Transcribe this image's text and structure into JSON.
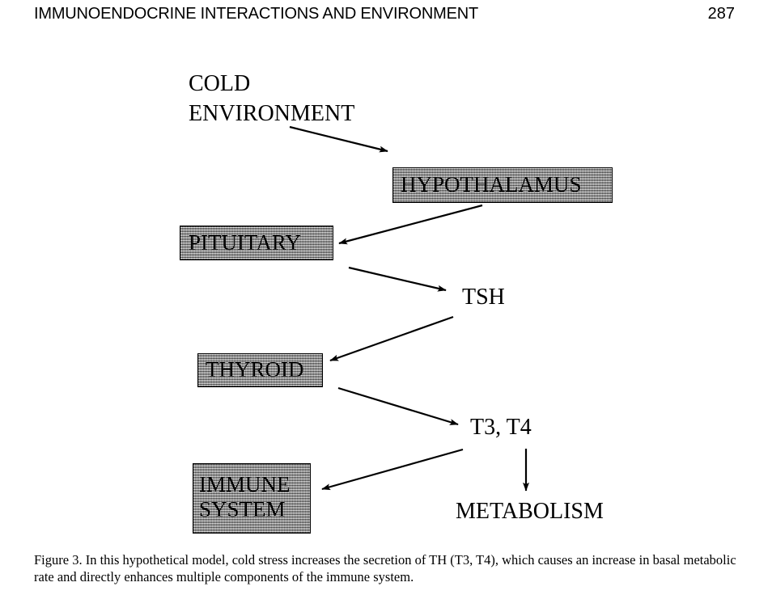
{
  "header": {
    "title": "IMMUNOENDOCRINE INTERACTIONS AND ENVIRONMENT",
    "page_number": "287"
  },
  "figure": {
    "nodes": [
      {
        "id": "cold",
        "label": "COLD\nENVIRONMENT",
        "style": "plain"
      },
      {
        "id": "hypothalamus",
        "label": "HYPOTHALAMUS",
        "style": "shaded-box"
      },
      {
        "id": "pituitary",
        "label": "PITUITARY",
        "style": "shaded-box"
      },
      {
        "id": "tsh",
        "label": "TSH",
        "style": "plain"
      },
      {
        "id": "thyroid",
        "label": "THYROID",
        "style": "shaded-box"
      },
      {
        "id": "t3t4",
        "label": "T3, T4",
        "style": "plain"
      },
      {
        "id": "immune",
        "label": "IMMUNE\nSYSTEM",
        "style": "shaded-box"
      },
      {
        "id": "metabolism",
        "label": "METABOLISM",
        "style": "plain"
      }
    ],
    "edges": [
      {
        "from": "cold",
        "to": "hypothalamus"
      },
      {
        "from": "hypothalamus",
        "to": "pituitary"
      },
      {
        "from": "pituitary",
        "to": "tsh"
      },
      {
        "from": "tsh",
        "to": "thyroid"
      },
      {
        "from": "thyroid",
        "to": "t3t4"
      },
      {
        "from": "t3t4",
        "to": "immune"
      },
      {
        "from": "t3t4",
        "to": "metabolism"
      }
    ],
    "colors": {
      "box_fill": "#b4b4b4",
      "stroke": "#000000",
      "background": "#ffffff"
    }
  },
  "caption": {
    "text": "Figure 3. In this hypothetical model, cold stress increases the secretion of TH (T3, T4), which causes an increase in basal metabolic rate and directly enhances multiple components of the immune system."
  }
}
